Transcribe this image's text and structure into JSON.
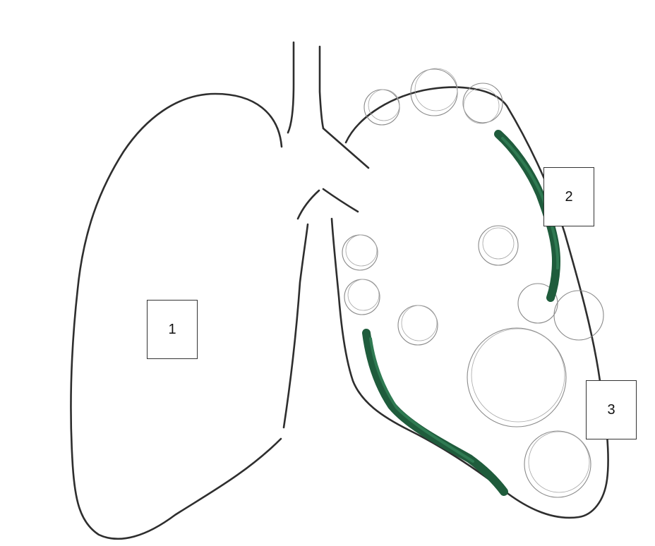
{
  "labels": {
    "one": "1",
    "two": "2",
    "three": "3"
  },
  "colors": {
    "outline": "#2e2e2e",
    "bullae": "#8a8a8a",
    "scar": "#1f5c3c"
  }
}
